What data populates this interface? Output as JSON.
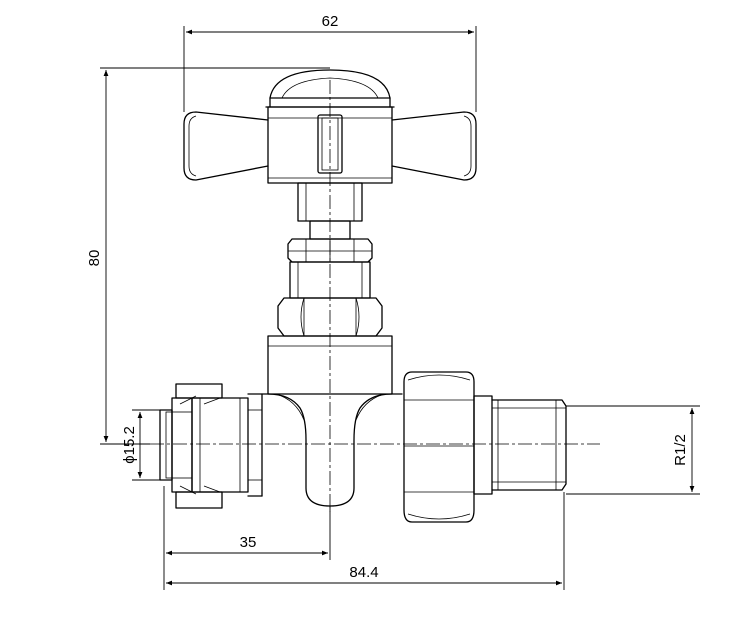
{
  "dimensions": {
    "handle_width": "62",
    "overall_height": "80",
    "pipe_diameter": "ϕ15.2",
    "inlet_to_center": "35",
    "overall_length": "84.4",
    "thread": "R1/2"
  }
}
